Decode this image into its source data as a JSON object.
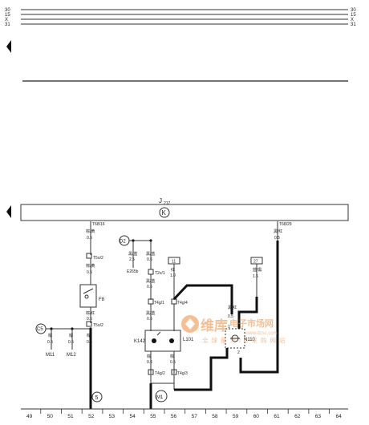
{
  "rails": {
    "labels_left": [
      "30",
      "15",
      "X",
      "31"
    ],
    "labels_right": [
      "30",
      "15",
      "X",
      "31"
    ]
  },
  "j217": {
    "name": "J",
    "sub": "217",
    "k_symbol": "K"
  },
  "pins": {
    "t68_16": "T68/16",
    "t68_29": "T68/29"
  },
  "wires": {
    "w1_color": "棕/黄",
    "w1_size": "0.5",
    "w1b_color": "棕/黄",
    "w1b_size": "0.5",
    "w2_color": "棕/红",
    "w2_size": "0.5",
    "w3_color": "黑/红",
    "w3_size": "0.5",
    "w4_color": "黑/蓝",
    "w4_size": "2.5",
    "w5_color": "黑/蓝",
    "w5_size": "0.5",
    "w6_color": "红",
    "w6_size": "1.0",
    "w7_color": "蓝/黑",
    "w7_size": "1.5",
    "w8_color": "黑/蓝",
    "w8_size": "0.5",
    "w9_color": "黑/蓝",
    "w9_size": "0.5",
    "w10_color": "棕",
    "w10_size": "0.5",
    "w11_color": "棕",
    "w11_size": "0.5",
    "w12_color": "黑/红",
    "w12_size": "0.5",
    "w13_color": "棕",
    "w13_size": "0.5",
    "w14_color": "棕",
    "w14_size": "0.5",
    "w15_color": "棕",
    "w15_size": "0.5"
  },
  "connectors": {
    "t5o2": "T5o/2",
    "t5o2b": "T5o/2",
    "t2v1": "T2v/1",
    "t4g1": "T4g/1",
    "t4g4": "T4g/4",
    "t4g2": "T4g/2",
    "t4g3": "T4g/3"
  },
  "components": {
    "f8": "F8",
    "k142": "K142",
    "l101": "L101",
    "n110": "N110",
    "e265b": "E265b",
    "m11": "M11",
    "m12": "M12"
  },
  "nodes": {
    "c5": "C5",
    "d2": "D2",
    "n11": "11",
    "n27": "27",
    "m1": "M1",
    "n5": "5"
  },
  "pin_numbers": {
    "n110_p1": "1",
    "n110_p2": "2"
  },
  "watermark": {
    "brand": "维库",
    "title": "电子市场网",
    "url": "www.dzsc.com",
    "slogan": "全球最大IC采购网站"
  },
  "grid_numbers": [
    "49",
    "50",
    "51",
    "52",
    "53",
    "54",
    "55",
    "56",
    "57",
    "58",
    "59",
    "60",
    "61",
    "62",
    "63",
    "64"
  ]
}
